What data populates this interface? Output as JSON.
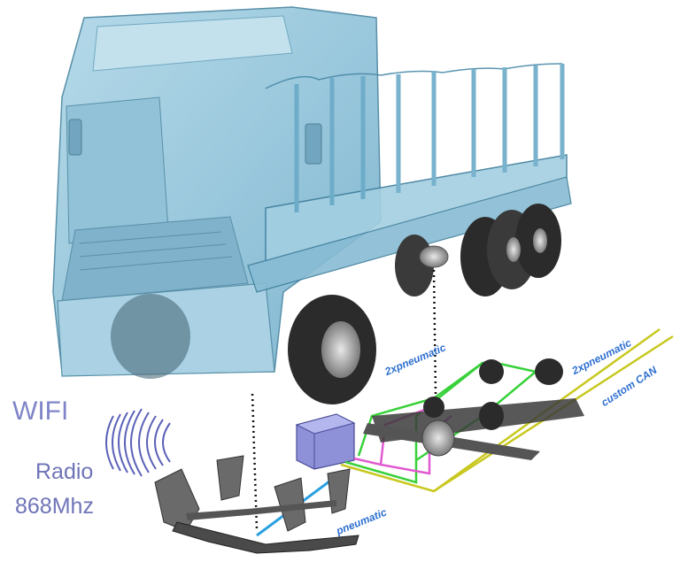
{
  "labels": {
    "wifi": "WIFI",
    "radio": "Radio",
    "frequency": "868Mhz",
    "pneumatic_top": "2xpneumatic",
    "pneumatic_right": "2xpneumatic",
    "custom_can": "custom CAN",
    "pneumatic_bottom": "pneumatic"
  },
  "colors": {
    "truck_body": "#8fc4dc",
    "truck_outline": "#3d7d9a",
    "tire": "#2b2b2b",
    "line_green": "#38d13a",
    "line_pink": "#e05ad0",
    "line_yellow": "#c8c820",
    "line_blue": "#2aa0e0",
    "control_box": "#8e90d8",
    "wifi_text": "#7f85c8",
    "label_blue": "#2e6fd0"
  },
  "icons": [
    "wireless-waves-icon"
  ]
}
